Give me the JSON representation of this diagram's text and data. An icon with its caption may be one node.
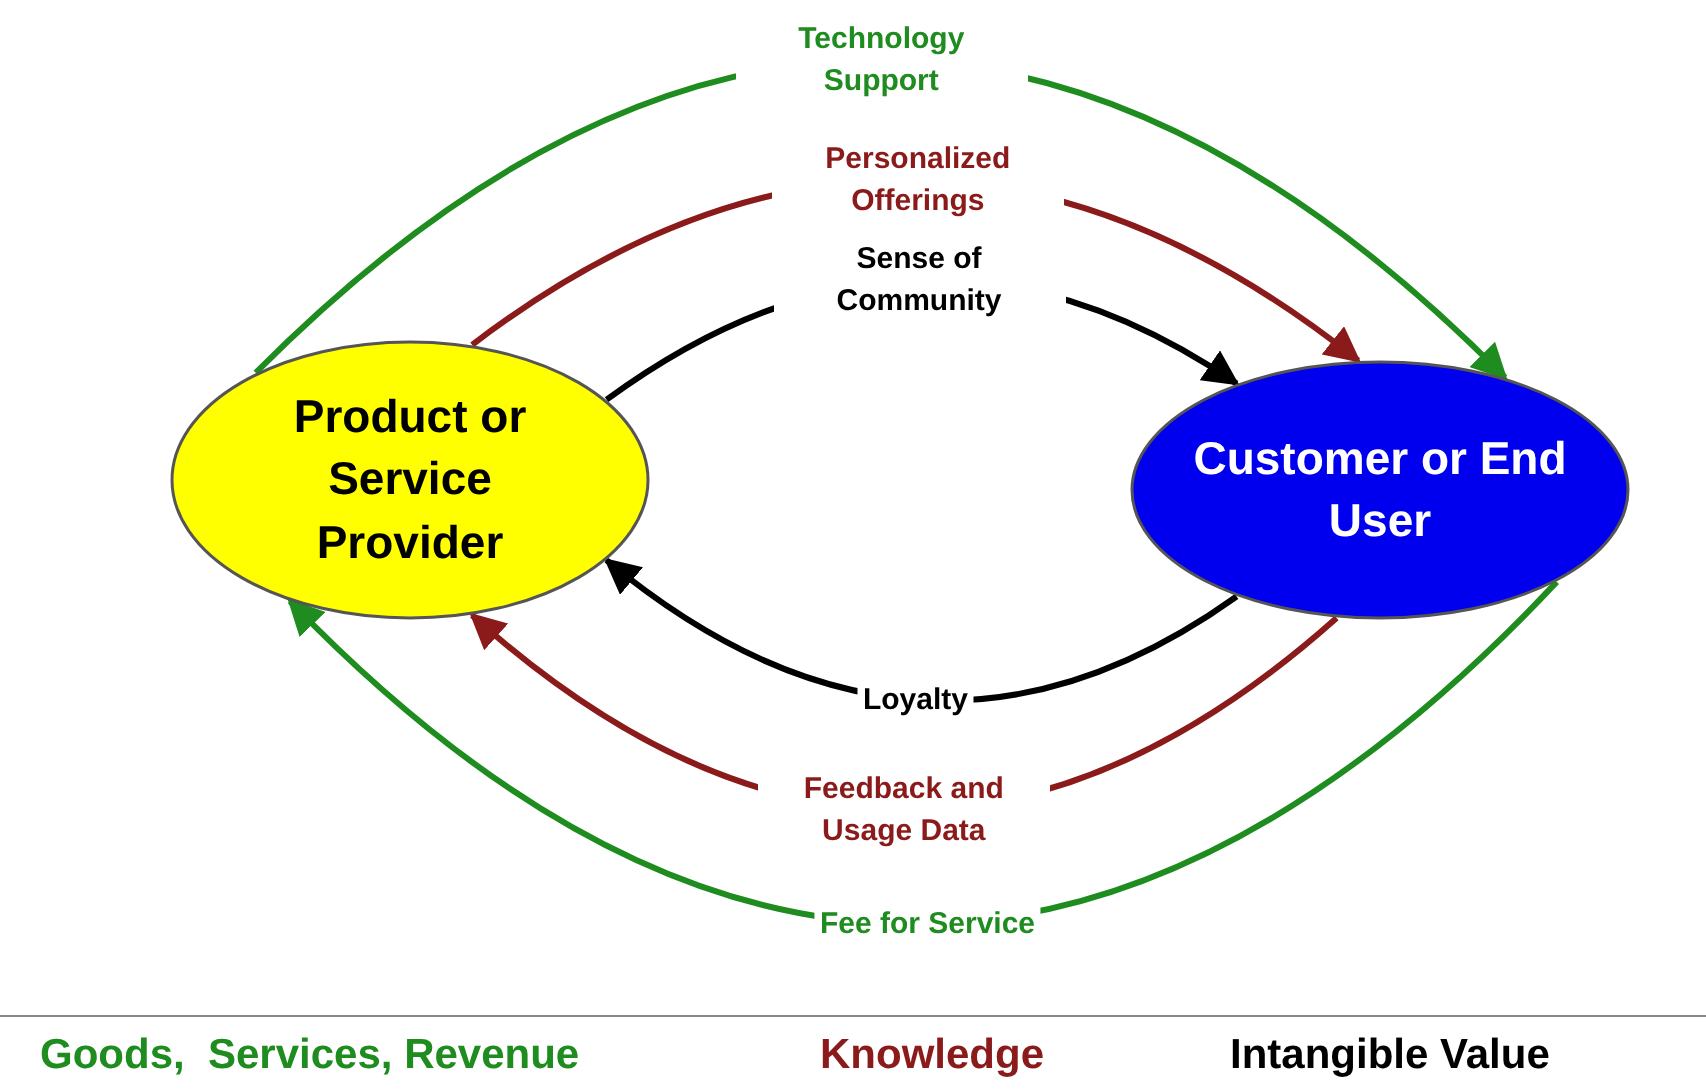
{
  "diagram": {
    "nodes": [
      {
        "text": [
          "Product or Service Provider"
        ]
      },
      {
        "text": [
          "Customer or End User"
        ]
      }
    ],
    "edges": [
      {
        "from": 0,
        "to": 1,
        "arrow": "to",
        "label": "Technology Support",
        "color": "#1e8c1e"
      },
      {
        "from": 0,
        "to": 1,
        "arrow": "to",
        "label": "Personalized Offerings",
        "color": "#8b1a1a"
      },
      {
        "from": 0,
        "to": 1,
        "arrow": "to",
        "label": "Sense of Community",
        "color": "#000000"
      },
      {
        "from": 1,
        "to": 0,
        "arrow": "to",
        "label": "Loyalty",
        "color": "#000000"
      },
      {
        "from": 1,
        "to": 0,
        "arrow": "to",
        "label": "Feedback and Usage Data",
        "color": "#8b1a1a"
      },
      {
        "from": 1,
        "to": 0,
        "arrow": "to",
        "label": "Fee for Service",
        "color": "#1e8c1e"
      }
    ],
    "legend": [
      {
        "text": "Goods,  Services, Revenue",
        "color": "#1e8c1e"
      },
      {
        "text": "Knowledge",
        "color": "#8b1a1a"
      },
      {
        "text": "Intangible Value",
        "color": "#000000"
      }
    ]
  }
}
